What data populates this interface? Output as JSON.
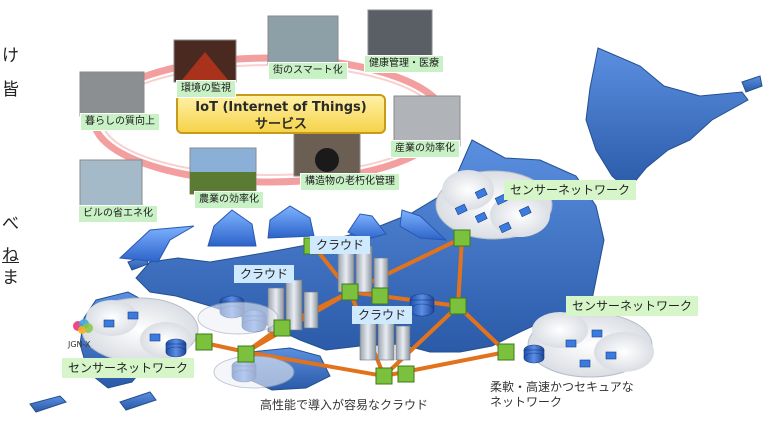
{
  "colors": {
    "japan_blue": "#3d6fc2",
    "link_orange": "#e2731c",
    "node_green": "#7cc13e",
    "label_green": "#c9f1c6",
    "ring_red": "#ef7f7f"
  },
  "services": {
    "title_line1": "IoT (Internet of Things)",
    "title_line2": "サービス",
    "items": [
      "暮らしの質向上",
      "環境の監視",
      "街のスマート化",
      "健康管理・医療",
      "産業の効率化",
      "構造物の老朽化管理",
      "農業の効率化",
      "ビルの省エネ化"
    ]
  },
  "network": {
    "sensor_net_ne": "センサーネットワーク",
    "sensor_net_e": "センサーネットワーク",
    "sensor_net_w": "センサーネットワーク",
    "cloud_1": "クラウド",
    "cloud_2": "クラウド",
    "cloud_3": "クラウド",
    "cloud_caption": "高性能で導入が容易なクラウド",
    "network_caption_line1": "柔軟・高速かつセキュアな",
    "network_caption_line2": "ネットワーク",
    "logo_text": "JGN-X"
  },
  "edge_text": {
    "c1": "け",
    "c2": "皆",
    "c3": "べ",
    "c4": "ね",
    "c5": "ま"
  }
}
